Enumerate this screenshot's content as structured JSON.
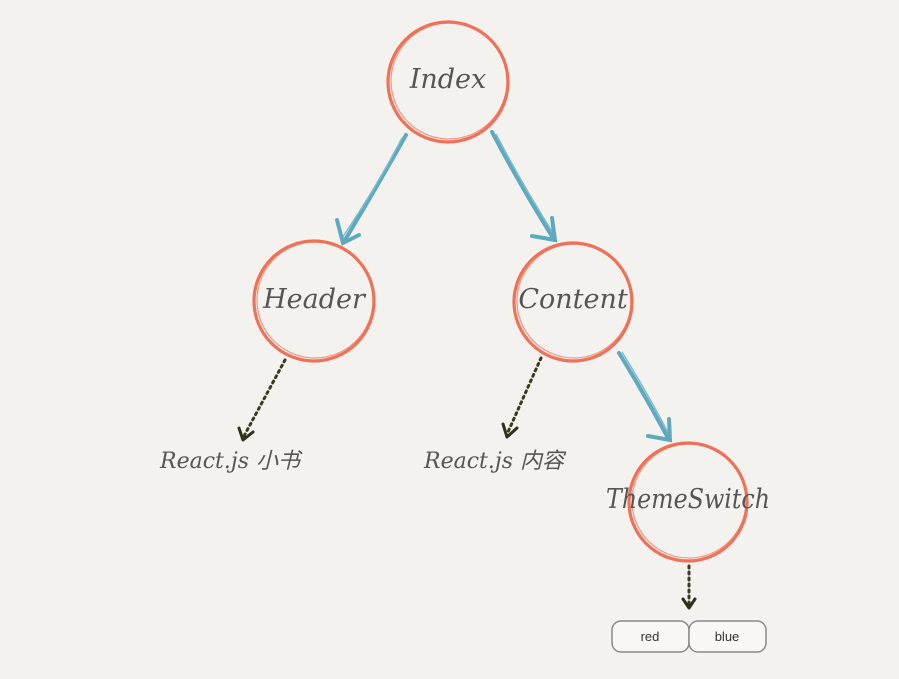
{
  "nodes": {
    "index": "Index",
    "header": "Header",
    "content": "Content",
    "theme_switch": "ThemeSwitch"
  },
  "leaves": {
    "header_text": "React.js 小书",
    "content_text": "React.js 内容"
  },
  "buttons": {
    "red": "red",
    "blue": "blue"
  },
  "colors": {
    "node_stroke": "#f07058",
    "edge_component": "#5fa9bf",
    "edge_render": "#3a3a22",
    "background": "#f4f2ef"
  }
}
